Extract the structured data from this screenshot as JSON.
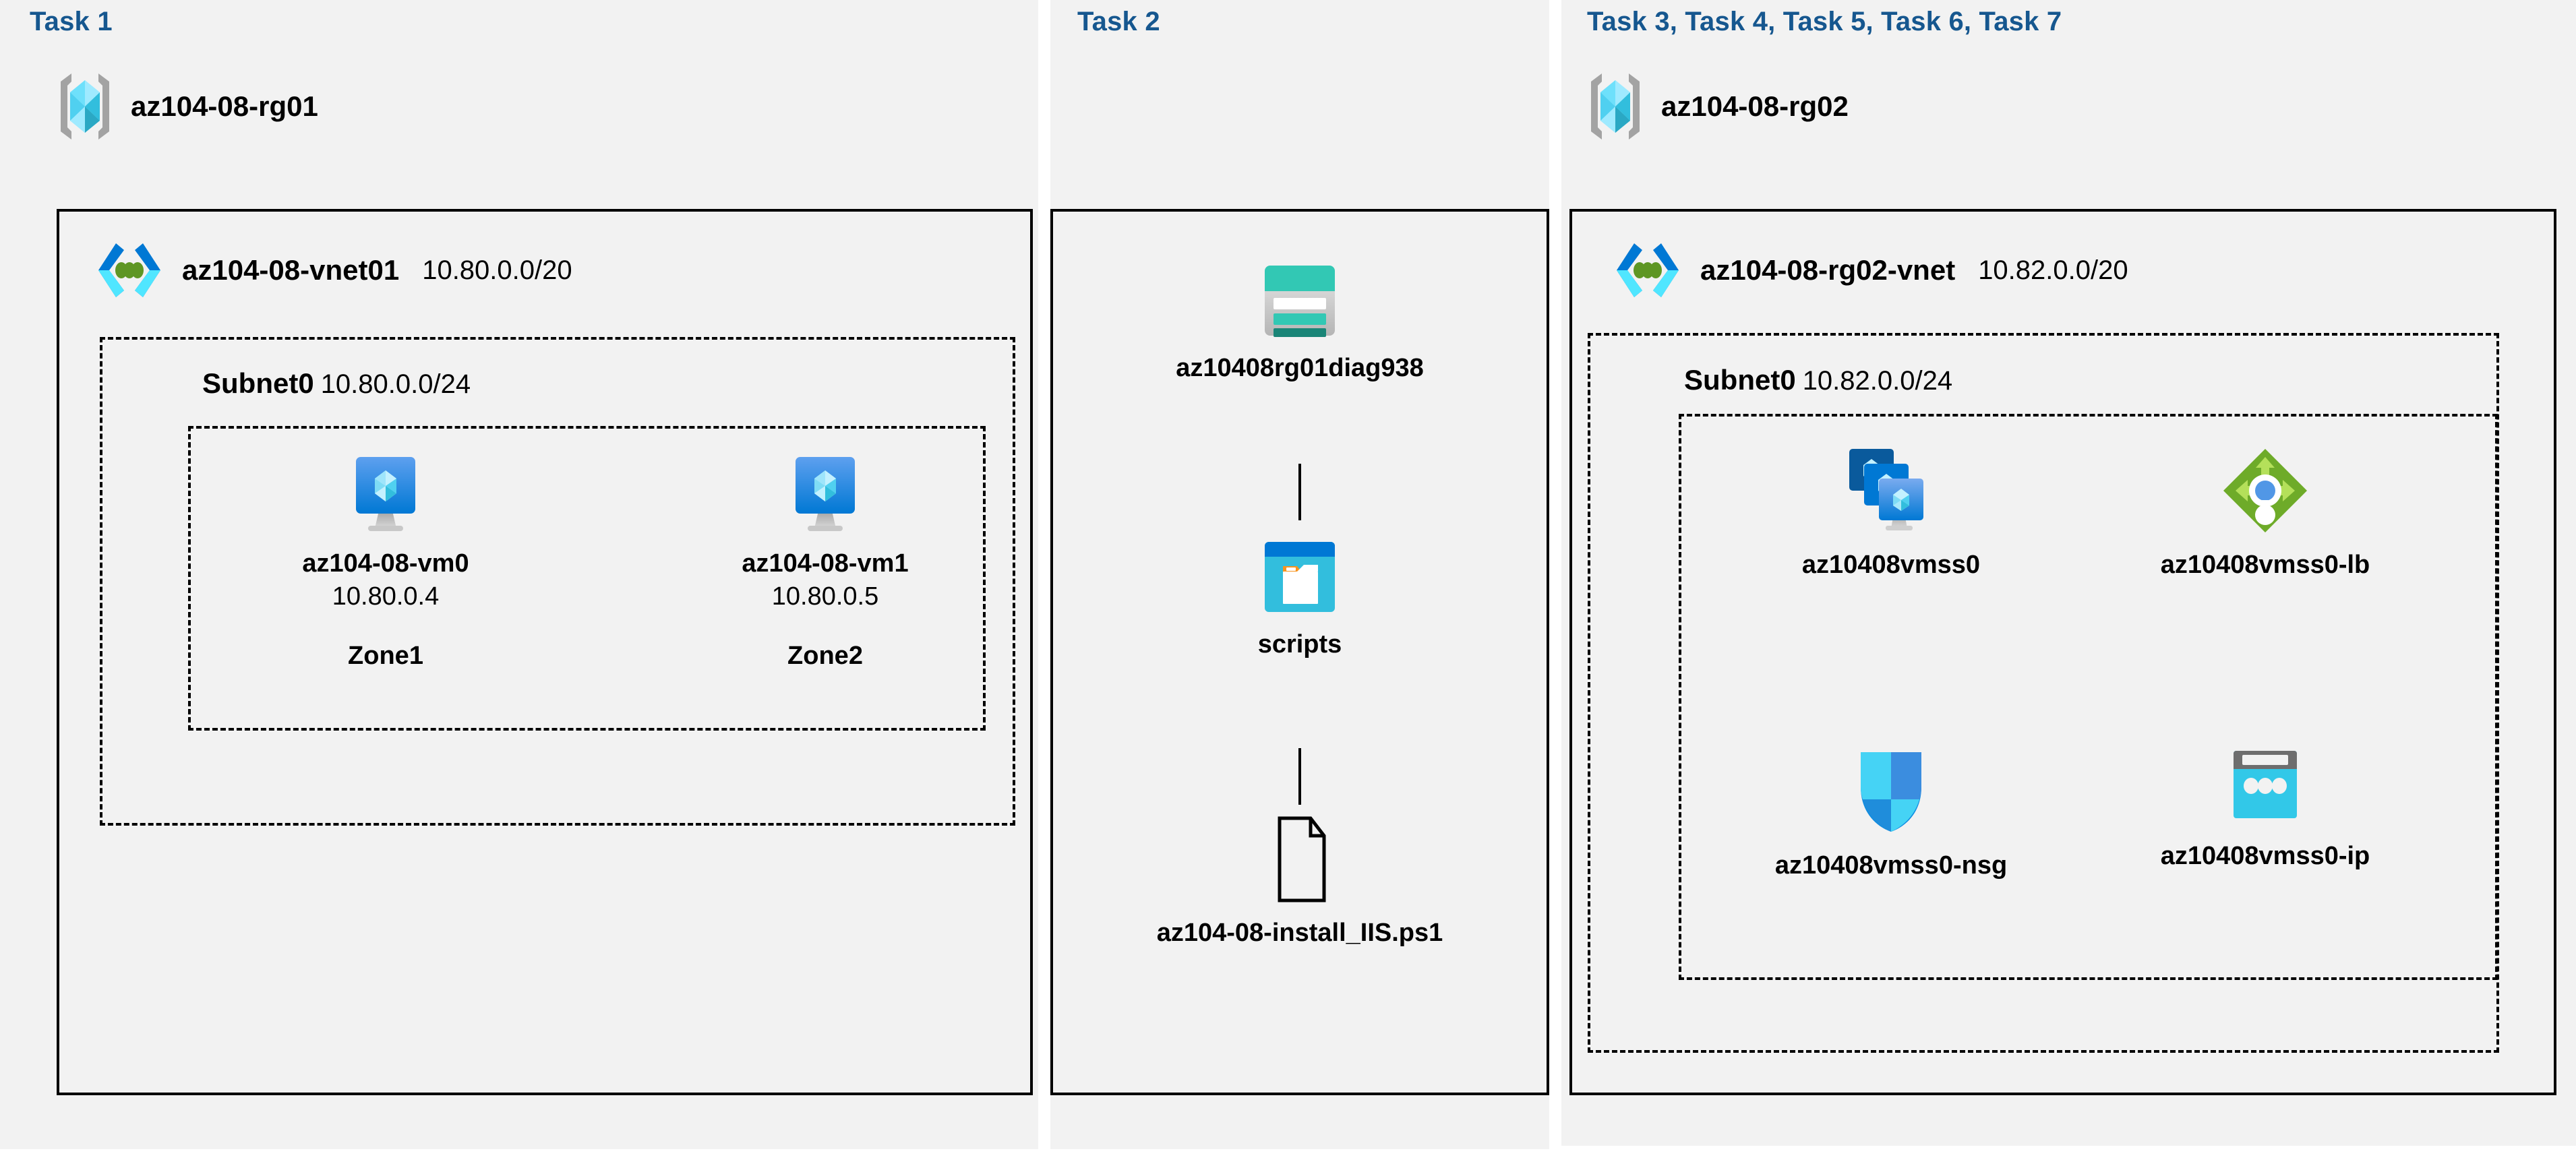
{
  "columns": [
    {
      "task_label": "Task 1"
    },
    {
      "task_label": "Task 2"
    },
    {
      "task_label": "Task 3, Task 4, Task 5, Task 6, Task 7"
    }
  ],
  "resource_groups": [
    {
      "name": "az104-08-rg01",
      "icon": "resource-group-icon"
    },
    {
      "name": "az104-08-rg02",
      "icon": "resource-group-icon"
    }
  ],
  "vnets": [
    {
      "name": "az104-08-vnet01",
      "cidr": "10.80.0.0/20",
      "icon": "virtual-network-icon"
    },
    {
      "name": "az104-08-rg02-vnet",
      "cidr": "10.82.0.0/20",
      "icon": "virtual-network-icon"
    }
  ],
  "subnets": [
    {
      "name": "Subnet0",
      "cidr": "10.80.0.0/24"
    },
    {
      "name": "Subnet0",
      "cidr": "10.82.0.0/24"
    }
  ],
  "vms": [
    {
      "name": "az104-08-vm0",
      "ip": "10.80.0.4",
      "zone": "Zone1",
      "icon": "virtual-machine-icon"
    },
    {
      "name": "az104-08-vm1",
      "ip": "10.80.0.5",
      "zone": "Zone2",
      "icon": "virtual-machine-icon"
    }
  ],
  "storage": {
    "account": {
      "name": "az10408rg01diag938",
      "icon": "storage-account-icon"
    },
    "container": {
      "name": "scripts",
      "icon": "blob-container-icon"
    },
    "file": {
      "name": "az104-08-install_IIS.ps1",
      "icon": "file-icon"
    }
  },
  "scale_set_resources": [
    {
      "name": "az10408vmss0",
      "icon": "vm-scale-set-icon"
    },
    {
      "name": "az10408vmss0-lb",
      "icon": "load-balancer-icon"
    },
    {
      "name": "az10408vmss0-nsg",
      "icon": "network-security-group-icon"
    },
    {
      "name": "az10408vmss0-ip",
      "icon": "public-ip-address-icon"
    }
  ],
  "colors": {
    "task_label": "#16578f",
    "panel_background": "#f2f2f2",
    "border": "#000000",
    "azure_blue": "#0078d4",
    "azure_cyan": "#32bedd",
    "storage_teal": "#32c8b4",
    "lb_green": "#6eab29",
    "accent_orange": "#f7941e"
  }
}
